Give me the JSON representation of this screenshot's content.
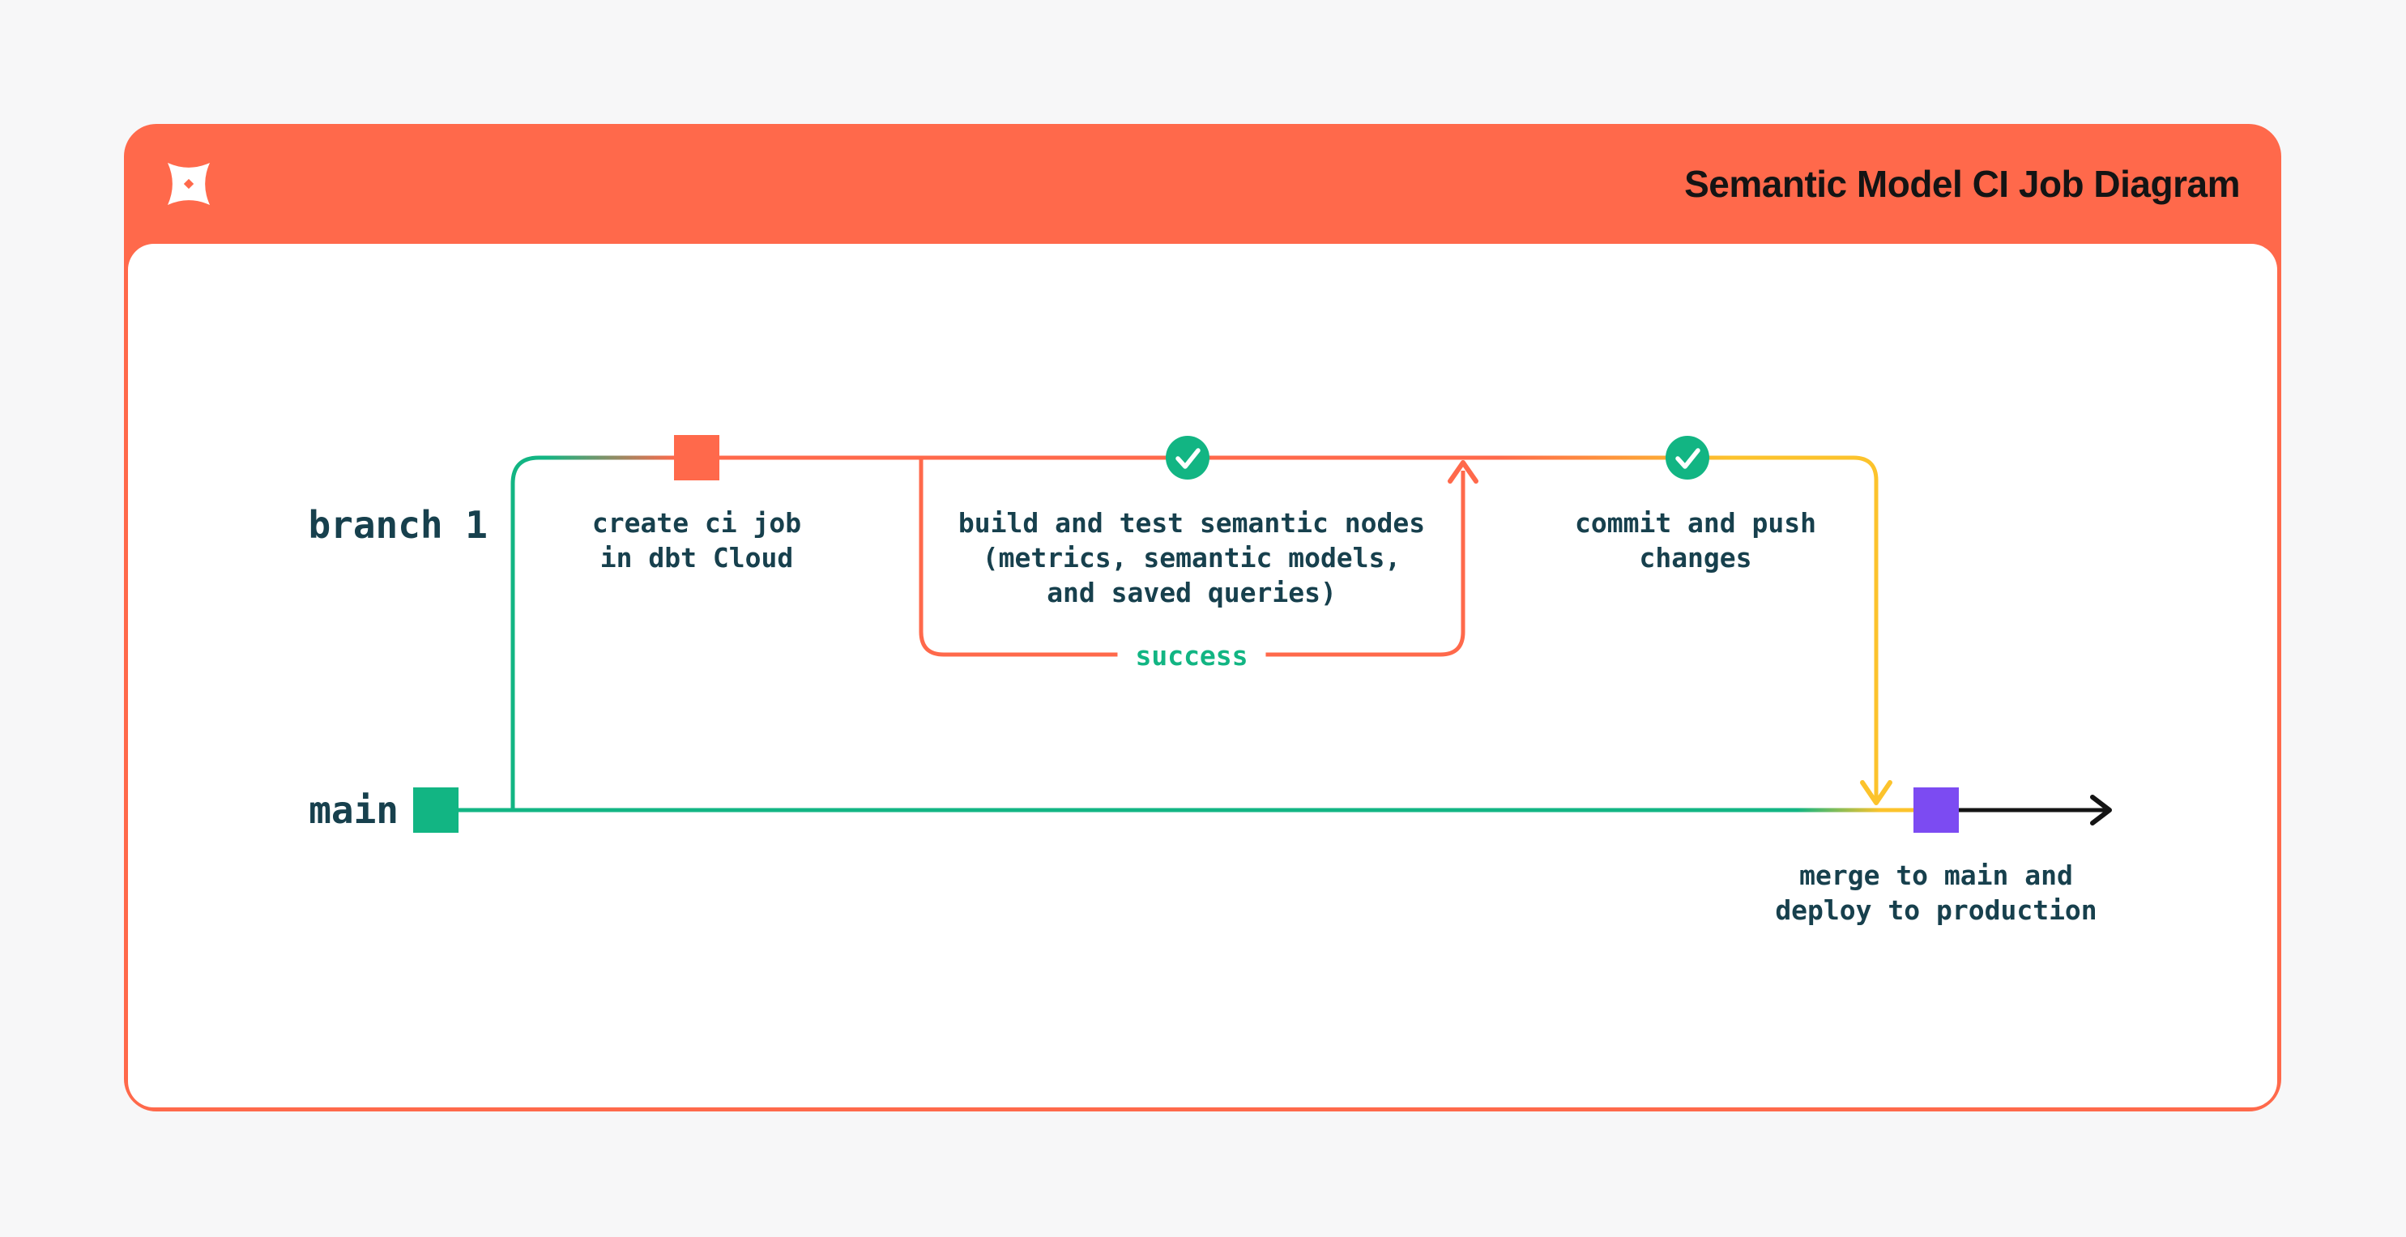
{
  "header": {
    "title": "Semantic Model CI Job Diagram",
    "logo_name": "dbt-logo"
  },
  "colors": {
    "orange": "#ff694b",
    "emerald": "#12b583",
    "amber": "#fcc32c",
    "purple": "#7c4bf2",
    "ink": "#17404d",
    "black": "#141414",
    "white": "#ffffff",
    "page_background": "#f7f7f8",
    "card_background": "#ffffff"
  },
  "diagram": {
    "branch_label": "branch 1",
    "main_label": "main",
    "steps": {
      "create_ci_job": "create ci job\nin dbt Cloud",
      "build_test": "build and test semantic nodes\n(metrics, semantic models,\nand saved queries)",
      "success_label": "success",
      "commit_push": "commit and push\nchanges",
      "merge_deploy": "merge to main and\ndeploy to production"
    }
  }
}
